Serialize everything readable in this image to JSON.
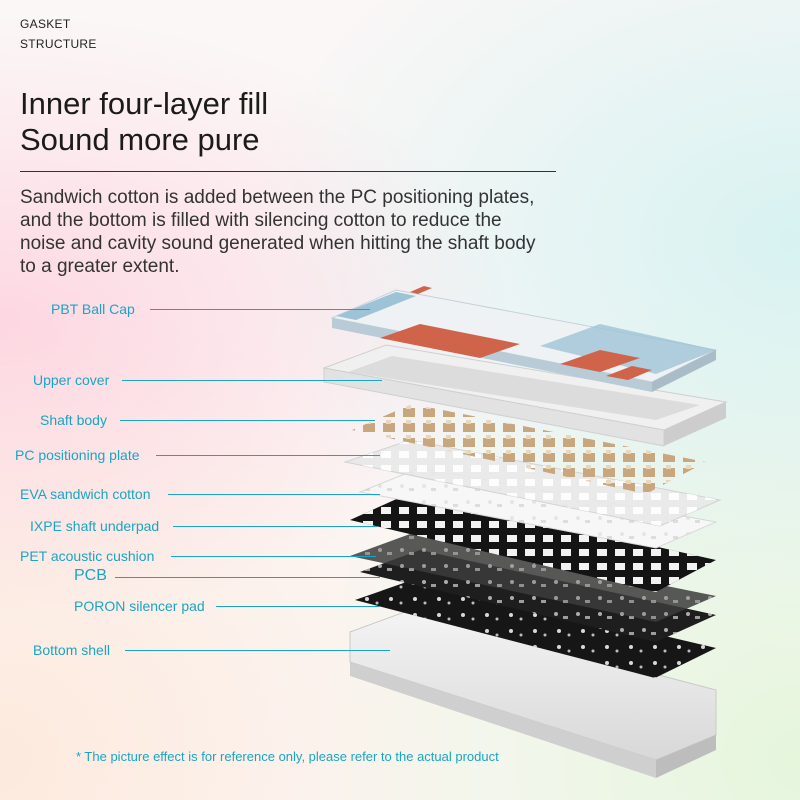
{
  "eyebrow": {
    "line1": "GASKET",
    "line2": "STRUCTURE"
  },
  "headline": {
    "line1": "Inner four-layer fill",
    "line2": "Sound more pure"
  },
  "description": "Sandwich cotton is added between the PC positioning plates, and the bottom is filled with silencing cotton to reduce the noise and cavity sound generated when hitting the shaft body to a greater extent.",
  "layers": [
    "PBT Ball Cap",
    "Upper cover",
    "Shaft body",
    "PC positioning plate",
    "EVA sandwich cotton",
    "IXPE shaft underpad",
    "PET acoustic cushion",
    "PCB",
    "PORON silencer pad",
    "Bottom shell"
  ],
  "footnote": "* The picture effect is for reference only, please refer to the actual product",
  "colors": {
    "accent": "#1aa5c4",
    "keycap_blue": "#9fc3d6",
    "keycap_orange": "#d0644a"
  }
}
